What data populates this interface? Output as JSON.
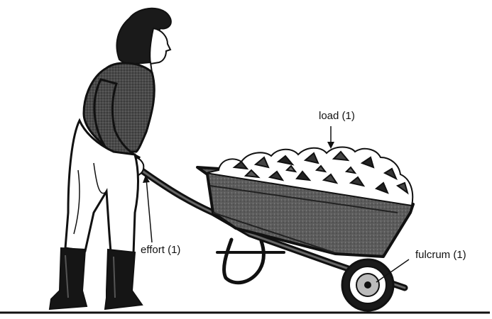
{
  "labels": {
    "load": "load (1)",
    "effort": "effort (1)",
    "fulcrum": "fulcrum (1)"
  },
  "colors": {
    "ink": "#111111",
    "tray_fill": "#5a5a5a",
    "sweater_fill": "#444444",
    "hair_fill": "#1a1a1a",
    "boots_fill": "#151515",
    "background": "#ffffff"
  },
  "figure": {
    "subject": "woman pushing a wheelbarrow loaded with rocks",
    "lever_class_illustrated": "second-class lever"
  }
}
